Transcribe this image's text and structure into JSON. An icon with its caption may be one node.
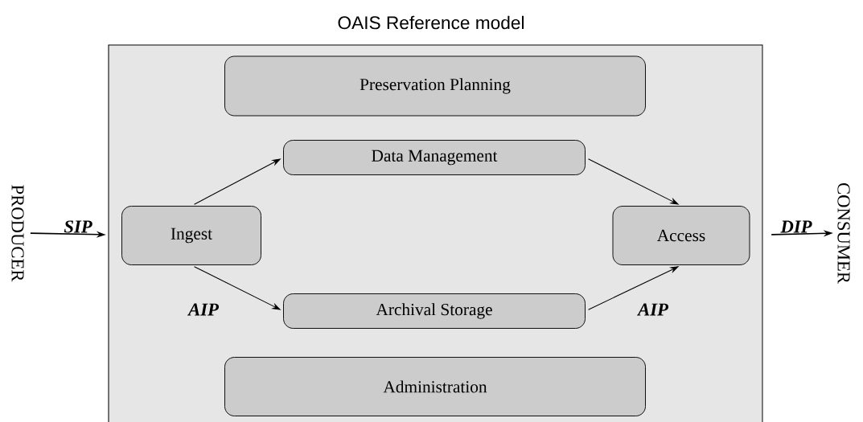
{
  "diagram": {
    "nodes": [
      {
        "text": [
          "PRODUCER"
        ]
      },
      {
        "text": [
          "OAIS Reference model"
        ]
      },
      {
        "text": [
          "Preservation Planning"
        ],
        "in": 1
      },
      {
        "text": [
          "Data Management"
        ],
        "in": 1
      },
      {
        "text": [
          "Ingest"
        ],
        "in": 1
      },
      {
        "text": [
          "Access"
        ],
        "in": 1
      },
      {
        "text": [
          "Archival Storage"
        ],
        "in": 1
      },
      {
        "text": [
          "Administration"
        ],
        "in": 1
      },
      {
        "text": [
          "CONSUMER"
        ]
      }
    ],
    "edges": [
      {
        "from": 0,
        "to": 1,
        "arrow": "to",
        "label": "SIP"
      },
      {
        "from": 4,
        "to": 3,
        "arrow": "to"
      },
      {
        "from": 3,
        "to": 5,
        "arrow": "to"
      },
      {
        "from": 4,
        "to": 6,
        "arrow": "to",
        "label": "AIP"
      },
      {
        "from": 6,
        "to": 5,
        "arrow": "to",
        "label": "AIP"
      },
      {
        "from": 1,
        "to": 8,
        "arrow": "to",
        "label": "DIP"
      }
    ]
  }
}
